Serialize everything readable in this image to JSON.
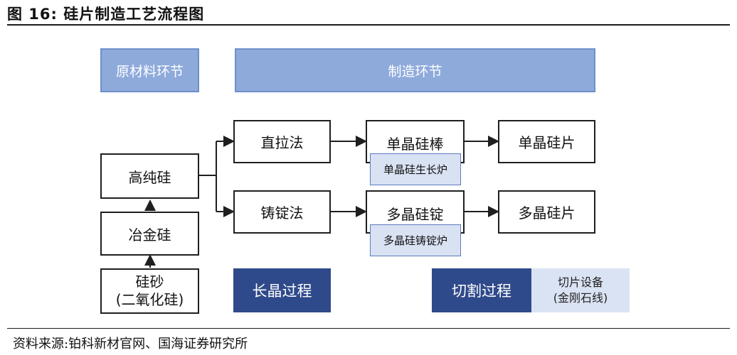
{
  "figure_title": "图 16:  硅片制造工艺流程图",
  "headers": {
    "raw_material": "原材料环节",
    "manufacturing": "制造环节"
  },
  "nodes": {
    "sand_line1": "硅砂",
    "sand_line2": "(二氧化硅)",
    "metallurgical_si": "冶金硅",
    "high_purity_si": "高纯硅",
    "czochralski": "直拉法",
    "casting": "铸锭法",
    "mono_ingot": "单晶硅棒",
    "multi_ingot": "多晶硅锭",
    "mono_wafer": "单晶硅片",
    "multi_wafer": "多晶硅片",
    "mono_furnace": "单晶硅生长炉",
    "multi_furnace": "多晶硅铸锭炉"
  },
  "legend": {
    "crystal_growth": "长晶过程",
    "cutting": "切割过程",
    "cutting_equipment_line1": "切片设备",
    "cutting_equipment_line2": "(金刚石线)"
  },
  "source": "资料来源:铂科新材官网、国海证券研究所",
  "colors": {
    "header_fill": "#8eaadb",
    "process_dark": "#2f4a8a",
    "equipment_light": "#dae3f3",
    "line": "#1f1f1f"
  }
}
